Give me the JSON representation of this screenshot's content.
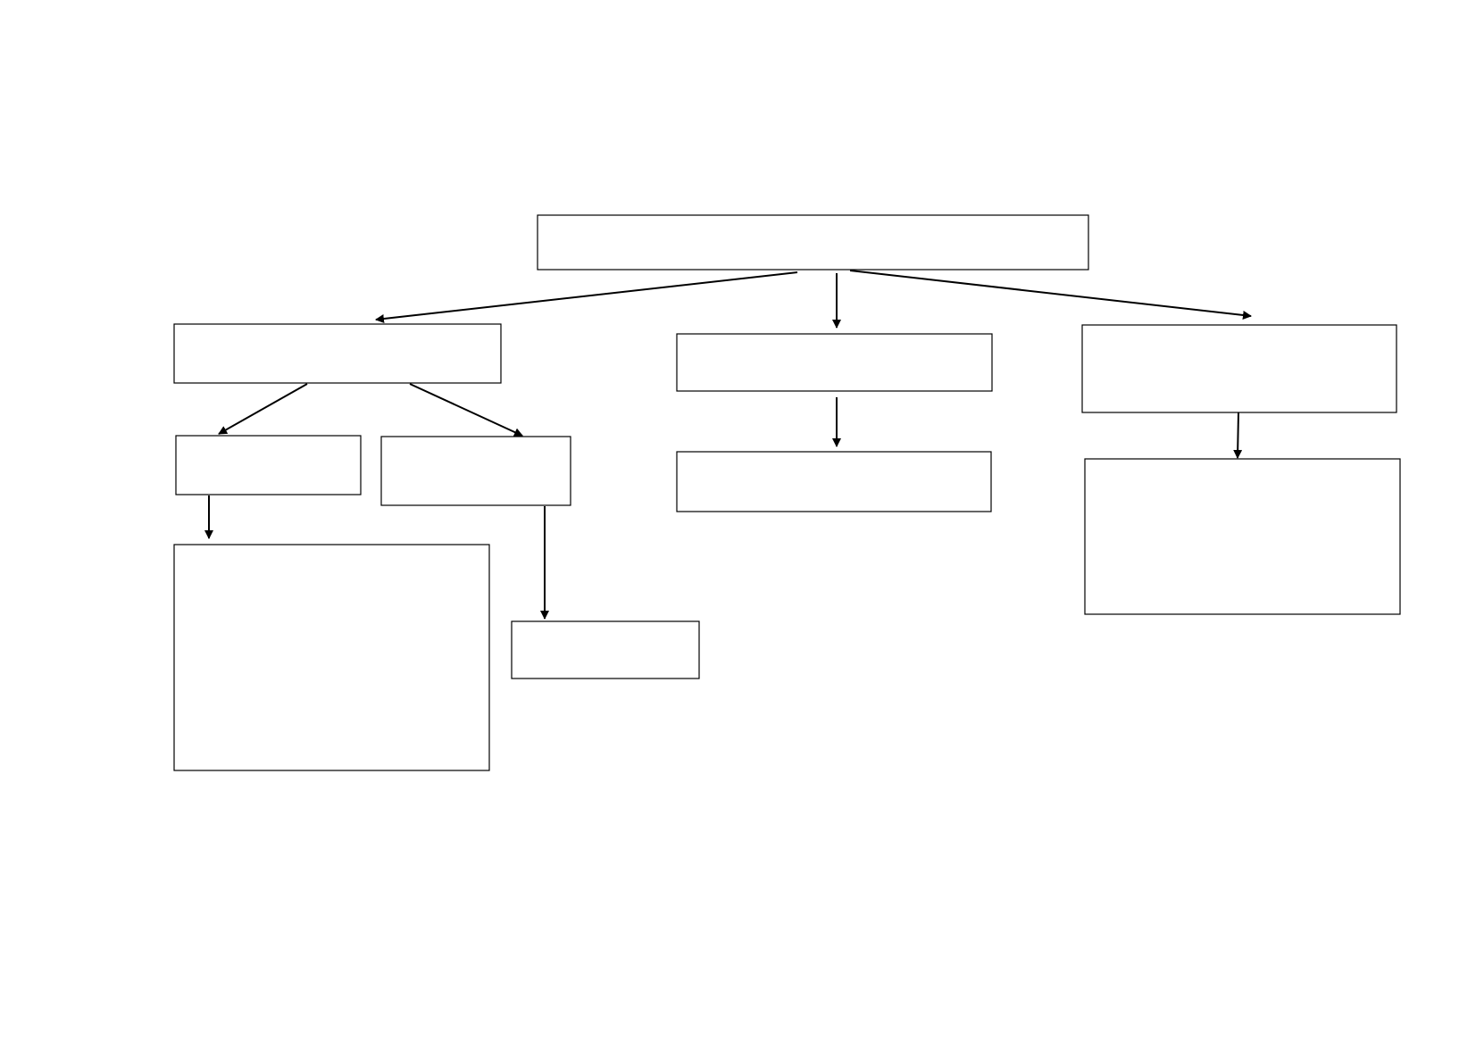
{
  "diagram": {
    "type": "tree-flowchart",
    "line_color": "#000000",
    "box_fill": "#ffffff",
    "nodes": [
      {
        "id": "root",
        "label": ""
      },
      {
        "id": "branch-left",
        "label": ""
      },
      {
        "id": "branch-center",
        "label": ""
      },
      {
        "id": "branch-right",
        "label": ""
      },
      {
        "id": "left-child-a",
        "label": ""
      },
      {
        "id": "left-child-b",
        "label": ""
      },
      {
        "id": "left-leaf-a",
        "label": ""
      },
      {
        "id": "left-leaf-b",
        "label": ""
      },
      {
        "id": "center-child",
        "label": ""
      },
      {
        "id": "right-child",
        "label": ""
      }
    ],
    "edges": [
      {
        "from": "root",
        "to": "branch-left"
      },
      {
        "from": "root",
        "to": "branch-center"
      },
      {
        "from": "root",
        "to": "branch-right"
      },
      {
        "from": "branch-left",
        "to": "left-child-a"
      },
      {
        "from": "branch-left",
        "to": "left-child-b"
      },
      {
        "from": "left-child-a",
        "to": "left-leaf-a"
      },
      {
        "from": "left-child-b",
        "to": "left-leaf-b"
      },
      {
        "from": "branch-center",
        "to": "center-child"
      },
      {
        "from": "branch-right",
        "to": "right-child"
      }
    ]
  }
}
